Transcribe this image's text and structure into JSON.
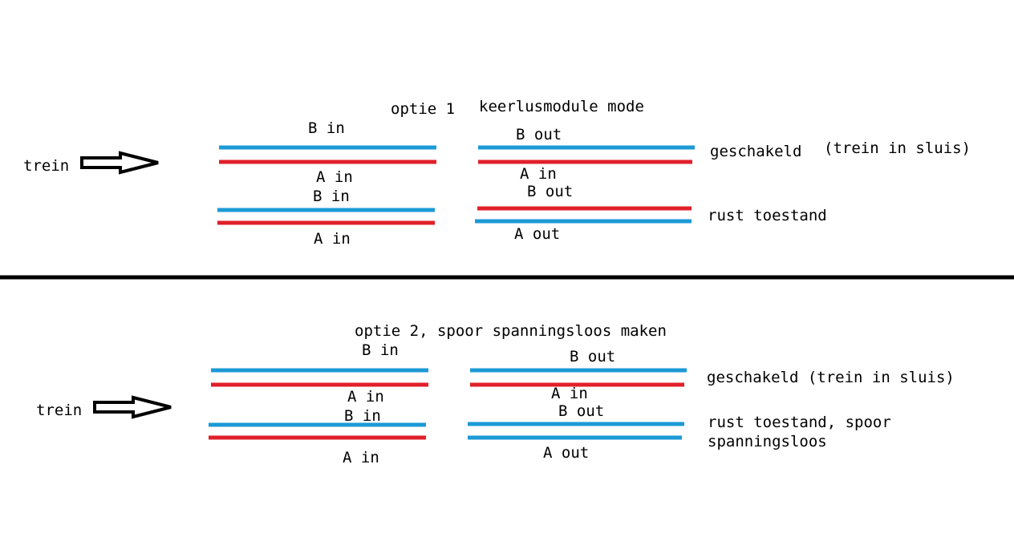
{
  "colors": {
    "blue": "#1c9ad6",
    "red": "#e0202a",
    "divider": "#000000"
  },
  "top": {
    "title_left": "optie 1",
    "title_right": "keerlusmodule mode",
    "train_label": "trein",
    "arrow_icon": "right-arrow-outline",
    "labels": {
      "b_in_1": "B in",
      "a_in_1": "A in",
      "b_in_2": "B in",
      "a_in_2": "A in",
      "b_out_1": "B out",
      "a_in_3": "A in",
      "b_out_2": "B out",
      "a_out_1": "A out"
    },
    "state_switched": "geschakeld",
    "state_switched_note": "(trein in sluis)",
    "state_rest": "rust toestand"
  },
  "bottom": {
    "title": "optie 2, spoor spanningsloos maken",
    "train_label": "trein",
    "arrow_icon": "right-arrow-outline",
    "labels": {
      "b_in_1": "B in",
      "a_in_1": "A in",
      "b_in_2": "B in",
      "a_in_2": "A in",
      "b_out_1": "B out",
      "a_in_3": "A in",
      "b_out_2": "B out",
      "a_out_1": "A out"
    },
    "state_switched": "geschakeld (trein in sluis)",
    "state_rest_line1": "rust toestand, spoor",
    "state_rest_line2": "spanningsloos"
  }
}
